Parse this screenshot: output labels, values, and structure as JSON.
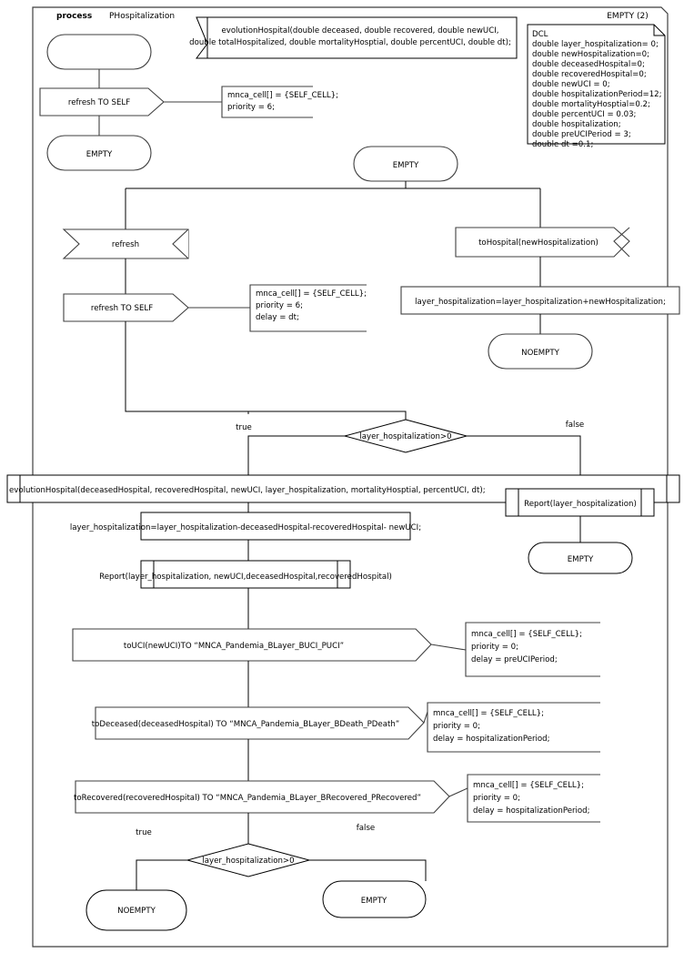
{
  "diagram": {
    "kind": "sdl-process-flowchart",
    "header": {
      "keyword": "process",
      "name": "PHospitalization"
    },
    "page_label": "EMPTY (2)",
    "declaration_block": {
      "title": "DCL",
      "lines": [
        "double layer_hospitalization= 0;",
        "double newHospitalization=0;",
        "double deceasedHospital=0;",
        "double recoveredHospital=0;",
        "double newUCI = 0;",
        "double hospitalizationPeriod=12;",
        "double mortalityHosptial=0.2;",
        "double percentUCI = 0.03;",
        "double hospitalization;",
        "double preUCIPeriod = 3;",
        "double dt =0.1;"
      ]
    },
    "procedure_signature": {
      "line1": "evolutionHospital(double deceased, double recovered, double newUCI,",
      "line2": "double totalHospitalized, double mortalityHosptial, double percentUCI, double dt);"
    },
    "start_branch": {
      "start_label": "",
      "output_label": "refresh TO SELF",
      "comment": [
        "mnca_cell[] = {SELF_CELL};",
        "priority = 6;"
      ],
      "state_label": "EMPTY"
    },
    "state_top": "EMPTY",
    "left_branch": {
      "input_label": "refresh",
      "output_label": "refresh TO SELF",
      "comment": [
        "mnca_cell[] = {SELF_CELL};",
        "priority = 6;",
        "delay = dt;"
      ]
    },
    "right_branch": {
      "input_label": "toHospital(newHospitalization)",
      "task_label": "layer_hospitalization=layer_hospitalization+newHospitalization;",
      "state_label": "NOEMPTY"
    },
    "decision_1": {
      "condition": "layer_hospitalization>0",
      "true_label": "true",
      "false_label": "false"
    },
    "true_path": {
      "call_1": "evolutionHospital(deceasedHospital, recoveredHospital, newUCI, layer_hospitalization, mortalityHosptial, percentUCI, dt);",
      "task_1": "layer_hospitalization=layer_hospitalization-deceasedHospital-recoveredHospital- newUCI;",
      "call_2": "Report(layer_hospitalization, newUCI,deceasedHospital,recoveredHospital)",
      "outputs": [
        {
          "label": "toUCI(newUCI)TO “MNCA_Pandemia_BLayer_BUCI_PUCI”",
          "comment": [
            "mnca_cell[] = {SELF_CELL};",
            "priority = 0;",
            "delay = preUCIPeriod;"
          ]
        },
        {
          "label": "toDeceased(deceasedHospital) TO “MNCA_Pandemia_BLayer_BDeath_PDeath”",
          "comment": [
            "mnca_cell[] = {SELF_CELL};",
            "priority = 0;",
            "delay = hospitalizationPeriod;"
          ]
        },
        {
          "label": "toRecovered(recoveredHospital) TO “MNCA_Pandemia_BLayer_BRecovered_PRecovered”",
          "comment": [
            "mnca_cell[] = {SELF_CELL};",
            "priority = 0;",
            "delay = hospitalizationPeriod;"
          ]
        }
      ]
    },
    "false_path": {
      "call": "Report(layer_hospitalization)",
      "state_label": "EMPTY"
    },
    "decision_2": {
      "condition": "layer_hospitalization>0",
      "true_label": "true",
      "false_label": "false",
      "true_state": "NOEMPTY",
      "false_state": "EMPTY"
    },
    "colors": {
      "stroke": "#3f3f3f",
      "stroke_dark": "#000000",
      "background": "#ffffff"
    }
  }
}
